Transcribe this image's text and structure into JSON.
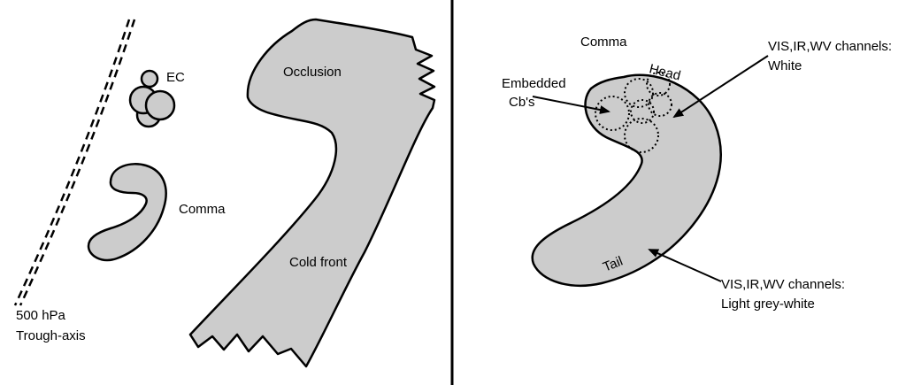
{
  "colors": {
    "fill": "#cccccc",
    "stroke": "#000000",
    "background": "#ffffff"
  },
  "left_panel": {
    "ec_label": "EC",
    "comma_label": "Comma",
    "occlusion_label": "Occlusion",
    "cold_front_label": "Cold front",
    "trough_line1": "500 hPa",
    "trough_line2": "Trough-axis"
  },
  "right_panel": {
    "comma_title": "Comma",
    "head_label": "Head",
    "tail_label": "Tail",
    "embedded_line1": "Embedded",
    "embedded_line2": "Cb's",
    "head_channels_line1": "VIS,IR,WV channels:",
    "head_channels_line2": "White",
    "tail_channels_line1": "VIS,IR,WV channels:",
    "tail_channels_line2": "Light grey-white"
  }
}
